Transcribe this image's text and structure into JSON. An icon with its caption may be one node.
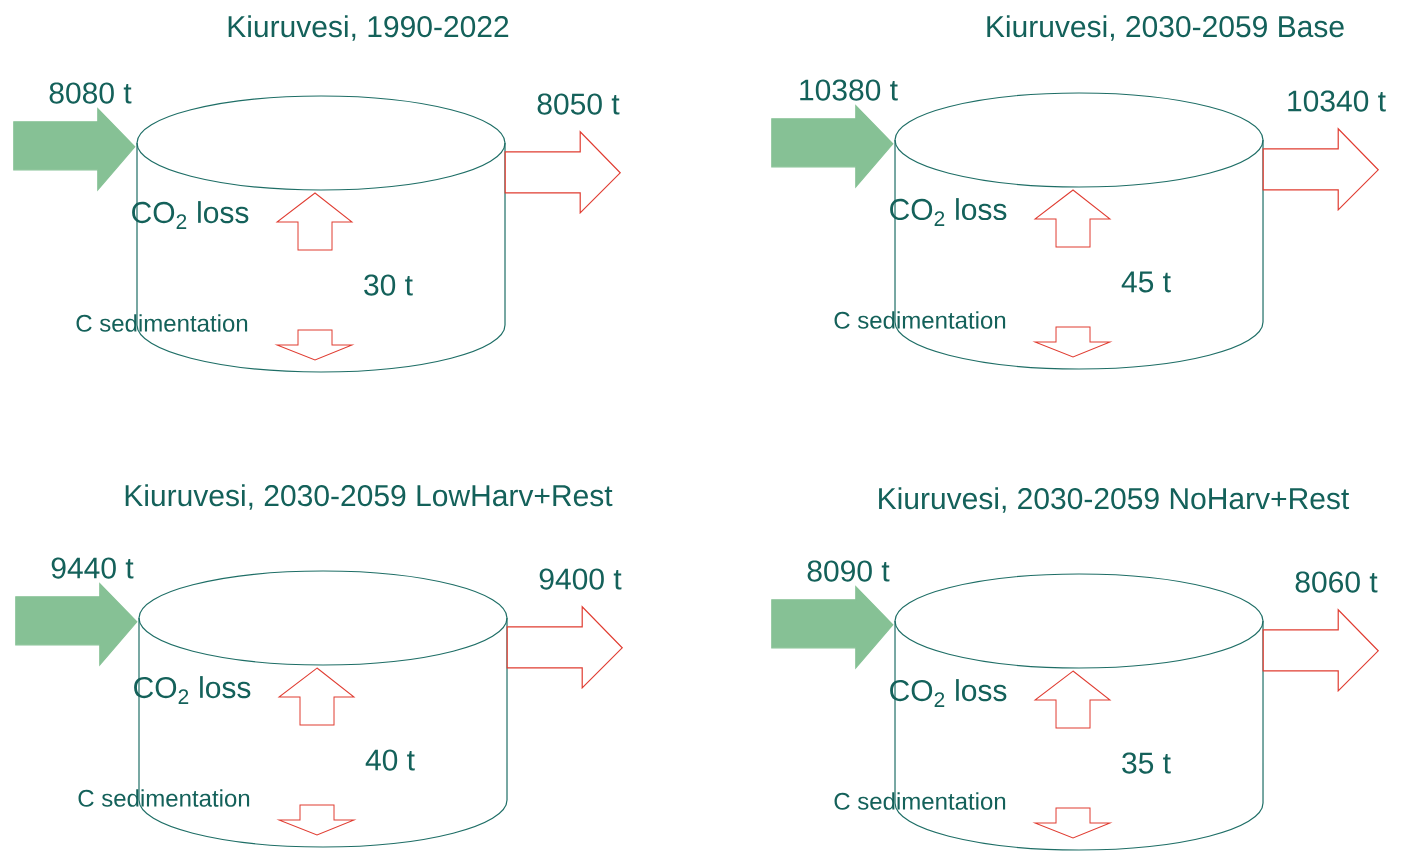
{
  "diagram": {
    "nodes": [
      {
        "text": [],
        "shape": "cylinder"
      },
      {
        "text": [],
        "shape": "cylinder"
      },
      {
        "text": [],
        "shape": "cylinder"
      },
      {
        "text": [],
        "shape": "cylinder"
      }
    ],
    "edges": [
      {
        "from": null,
        "to": 0,
        "arrow": "to",
        "label": "8080 t",
        "color": "#86c195"
      },
      {
        "from": 0,
        "to": null,
        "arrow": "to",
        "label": "8050 t",
        "color": "#e03c31"
      },
      {
        "from": null,
        "to": 1,
        "arrow": "to",
        "label": "10380 t",
        "color": "#86c195"
      },
      {
        "from": 1,
        "to": null,
        "arrow": "to",
        "label": "10340 t",
        "color": "#e03c31"
      },
      {
        "from": null,
        "to": 2,
        "arrow": "to",
        "label": "9440 t",
        "color": "#86c195"
      },
      {
        "from": 2,
        "to": null,
        "arrow": "to",
        "label": "9400 t",
        "color": "#e03c31"
      },
      {
        "from": null,
        "to": 3,
        "arrow": "to",
        "label": "8090 t",
        "color": "#86c195"
      },
      {
        "from": 3,
        "to": null,
        "arrow": "to",
        "label": "8060 t",
        "color": "#e03c31"
      }
    ],
    "labels": [
      "Kiuruvesi, 1990-2022",
      "CO$_{2}$ loss",
      "30 t",
      "C sedimentation",
      "Kiuruvesi, 2030-2059 Base",
      "CO$_{2}$ loss",
      "45 t",
      "C sedimentation",
      "Kiuruvesi, 2030-2059 LowHarv+Rest",
      "CO$_{2}$ loss",
      "40 t",
      "C sedimentation",
      "Kiuruvesi, 2030-2059 NoHarv+Rest",
      "CO$_{2}$ loss",
      "35 t",
      "C sedimentation"
    ]
  }
}
